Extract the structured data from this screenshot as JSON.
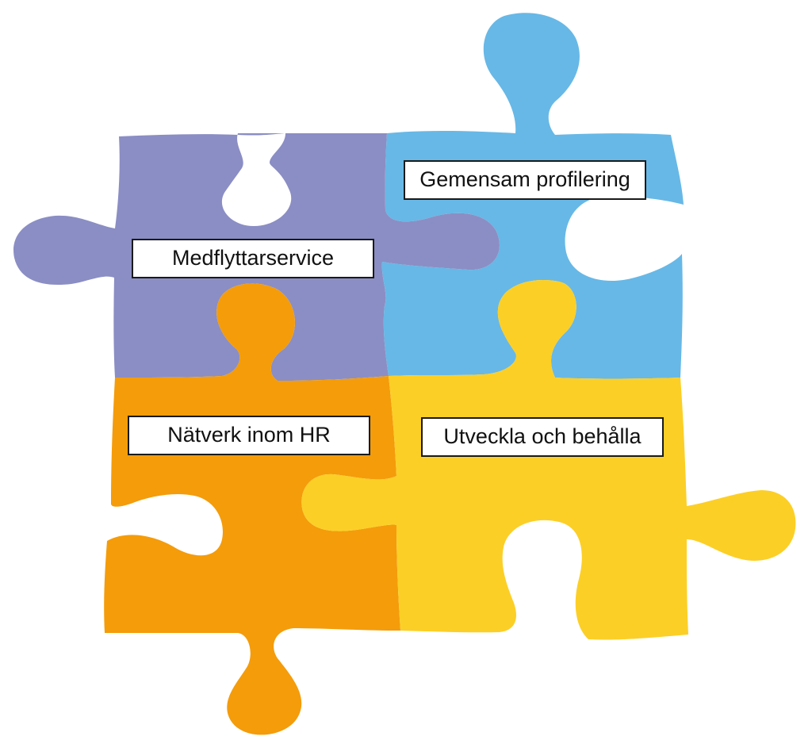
{
  "pieces": {
    "medflyttarservice": {
      "label": "Medflyttarservice",
      "color": "#8B8EC4"
    },
    "gemensam_profilering": {
      "label": "Gemensam profilering",
      "color": "#67B8E6"
    },
    "natverk_inom_hr": {
      "label": "Nätverk inom HR",
      "color": "#F49C0A"
    },
    "utveckla_och_behalla": {
      "label": "Utveckla och behålla",
      "color": "#FCCF26"
    }
  }
}
